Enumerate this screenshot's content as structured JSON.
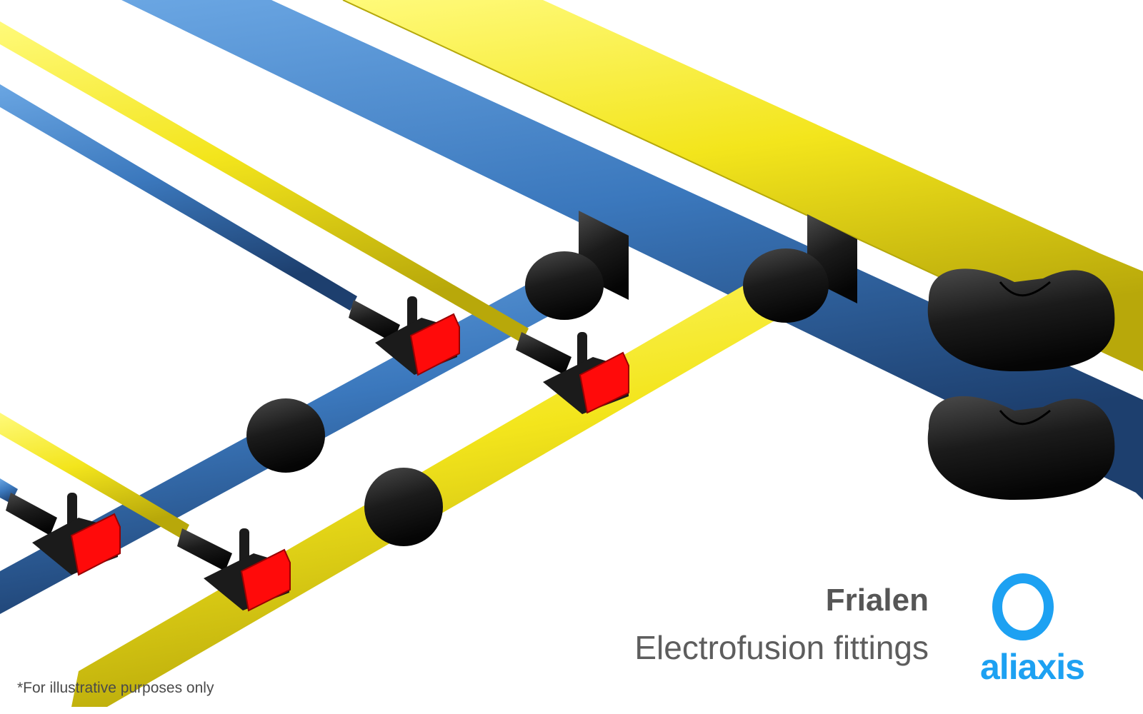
{
  "brand": {
    "name": "Frialen",
    "tagline": "Electrofusion fittings",
    "company": "aliaxis"
  },
  "disclaimer": "*For illustrative purposes only",
  "colors": {
    "blue_pipe": "#3d7bbf",
    "yellow_pipe": "#f2e31f",
    "fitting_black": "#1b1b1b",
    "saddle_red": "#ff0a0a",
    "logo_blue": "#1da1f2",
    "background": "#ffffff"
  },
  "icons": [
    "aliaxis-logo-ring-icon"
  ]
}
